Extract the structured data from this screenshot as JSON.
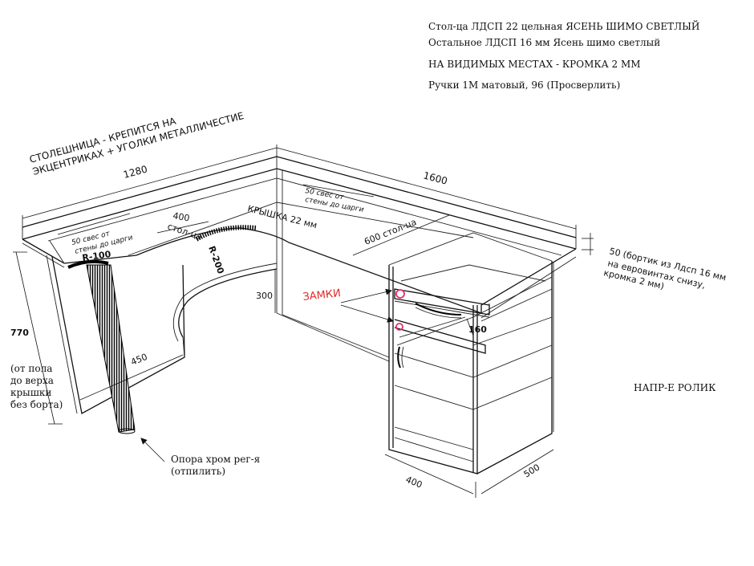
{
  "specs": {
    "line1": "Стол-ца ЛДСП 22 цельная ЯСЕНЬ ШИМО СВЕТЛЫЙ",
    "line2": "Остальное ЛДСП 16 мм Ясень шимо светлый",
    "line3": "НА ВИДИМЫХ МЕСТАХ - КРОМКА 2 ММ",
    "line4": "Ручки 1М матовый, 96 (Просверлить)"
  },
  "labels": {
    "tabletop_note_1": "СТОЛЕШНИЦА - КРЕПИТСЯ НА",
    "tabletop_note_2": "ЭКЦЕНТРИКАХ + УГОЛКИ МЕТАЛЛИЧЕСТИЕ",
    "dim_1280": "1280",
    "dim_1600": "1600",
    "overhang_left_1": "50 свес от",
    "overhang_left_2": "стены до царги",
    "overhang_right_1": "50 свес от",
    "overhang_right_2": "стены до царги",
    "dim_400_stolesh": "400",
    "stolesh": "стол-ца",
    "lid": "КРЫШКА 22 мм",
    "dim_600_stolesh": "600 стол-ца",
    "radius_100": "R-100",
    "radius_200": "R-200",
    "dim_300": "300",
    "locks": "ЗАМКИ",
    "dim_160": "160",
    "dim_450": "450",
    "dim_770": "770",
    "height_note_1": "(от пола",
    "height_note_2": "до верха",
    "height_note_3": "крышки",
    "height_note_4": "без борта)",
    "board_note_1": "50 (бортик из Лдсп 16 мм",
    "board_note_2": "на евровинтах снизу,",
    "board_note_3": "кромка 2 мм)",
    "roller": "НАПР-Е РОЛИК",
    "support_1": "Опора хром рег-я",
    "support_2": "(отпилить)",
    "dim_400_bottom": "400",
    "dim_500": "500"
  },
  "colors": {
    "line": "#111111",
    "lock_marker": "#e0306a",
    "locks_text": "#e02828"
  }
}
